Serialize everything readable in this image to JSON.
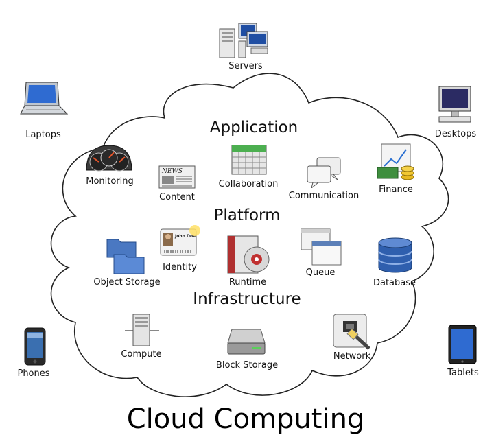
{
  "title": "Cloud Computing",
  "sections": {
    "application": "Application",
    "platform": "Platform",
    "infrastructure": "Infrastructure"
  },
  "devices": {
    "servers": "Servers",
    "laptops": "Laptops",
    "desktops": "Desktops",
    "phones": "Phones",
    "tablets": "Tablets"
  },
  "application_items": {
    "monitoring": "Monitoring",
    "content": "Content",
    "collaboration": "Collaboration",
    "communication": "Communication",
    "finance": "Finance"
  },
  "platform_items": {
    "object_storage": "Object Storage",
    "identity": "Identity",
    "identity_card_name": "John Doe",
    "runtime": "Runtime",
    "queue": "Queue",
    "database": "Database"
  },
  "infrastructure_items": {
    "compute": "Compute",
    "block_storage": "Block Storage",
    "network": "Network"
  },
  "icons": {
    "news_masthead": "NEWS"
  }
}
